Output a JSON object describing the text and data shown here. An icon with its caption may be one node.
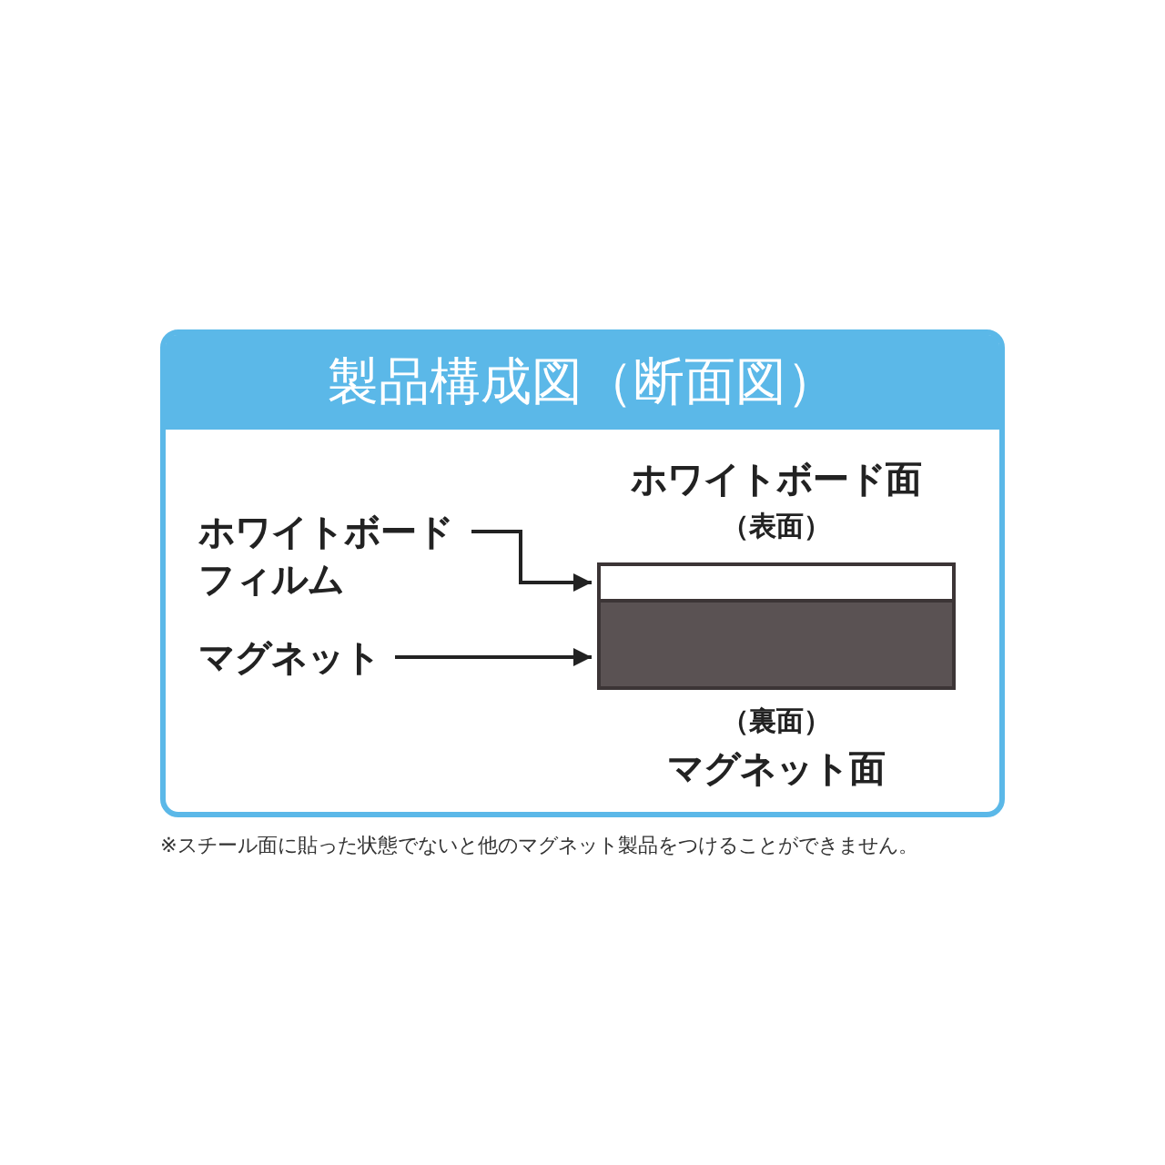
{
  "diagram": {
    "title": "製品構成図（断面図）",
    "caption": "※スチール面に貼った状態でないと他のマグネット製品をつけることができません。",
    "nodes": [
      {
        "text": [
          "ホワイトボードフィルム"
        ]
      },
      {
        "text": [
          "マグネット"
        ]
      },
      {
        "text": [],
        "shape": "box",
        "beside": [
          "ホワイトボード面",
          "（表面）"
        ]
      },
      {
        "text": [],
        "shape": "box",
        "beside": [
          "（裏面）",
          "マグネット面"
        ]
      }
    ],
    "edges": [
      {
        "from": 0,
        "to": 2,
        "arrow": "to"
      },
      {
        "from": 1,
        "to": 3,
        "arrow": "to"
      }
    ]
  }
}
